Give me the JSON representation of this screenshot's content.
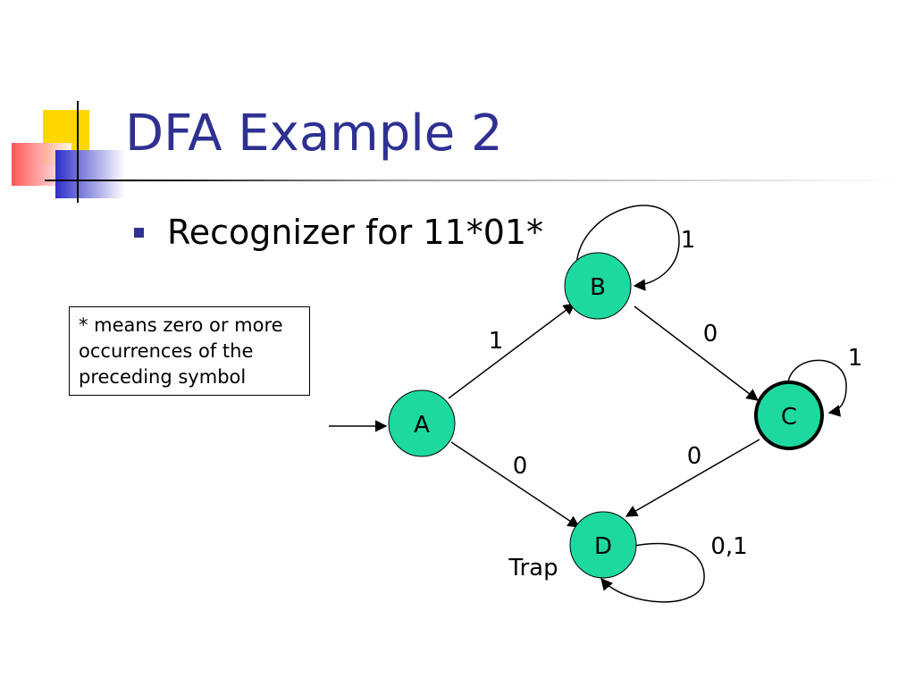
{
  "title": "DFA Example 2",
  "bullet": "Recognizer for 11*01*",
  "note": {
    "lines": [
      "* means zero or more",
      "occurrences of the",
      "preceding symbol"
    ]
  },
  "colors": {
    "title": "#2e3192",
    "state_fill": "#1dd9a0",
    "deco_yellow": "#ffd700",
    "deco_red": "#ff5a5a",
    "deco_blue": "#3a3acc"
  },
  "diagram": {
    "states": [
      {
        "id": "A",
        "label": "A",
        "accepting": false,
        "start": true
      },
      {
        "id": "B",
        "label": "B",
        "accepting": false
      },
      {
        "id": "C",
        "label": "C",
        "accepting": true
      },
      {
        "id": "D",
        "label": "D",
        "accepting": false,
        "note": "Trap"
      }
    ],
    "transitions": [
      {
        "from": "A",
        "to": "B",
        "label": "1"
      },
      {
        "from": "A",
        "to": "D",
        "label": "0"
      },
      {
        "from": "B",
        "to": "B",
        "label": "1"
      },
      {
        "from": "B",
        "to": "C",
        "label": "0"
      },
      {
        "from": "C",
        "to": "C",
        "label": "1"
      },
      {
        "from": "C",
        "to": "D",
        "label": "0"
      },
      {
        "from": "D",
        "to": "D",
        "label": "0,1"
      }
    ]
  }
}
